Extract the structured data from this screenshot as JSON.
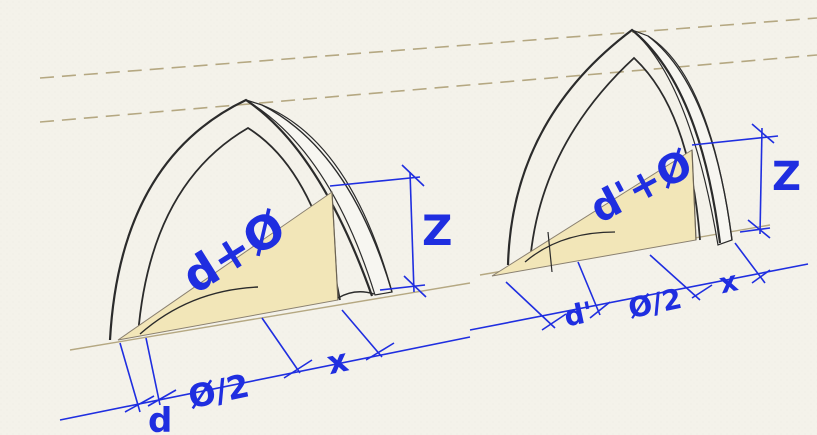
{
  "labels": {
    "left_hyp": "d+Ø",
    "left_height": "Z",
    "left_d": "d",
    "left_phi": "Ø/2",
    "left_x": "x",
    "right_hyp": "d'+Ø",
    "right_height": "Z",
    "right_d": "d'",
    "right_phi": "Ø/2",
    "right_x": "x"
  },
  "colors": {
    "paper": "#f4f2ea",
    "ink": "#2b2b2b",
    "dimension": "#1f2ee0",
    "fill": "#f2e6b8",
    "guide": "#b5a882"
  }
}
